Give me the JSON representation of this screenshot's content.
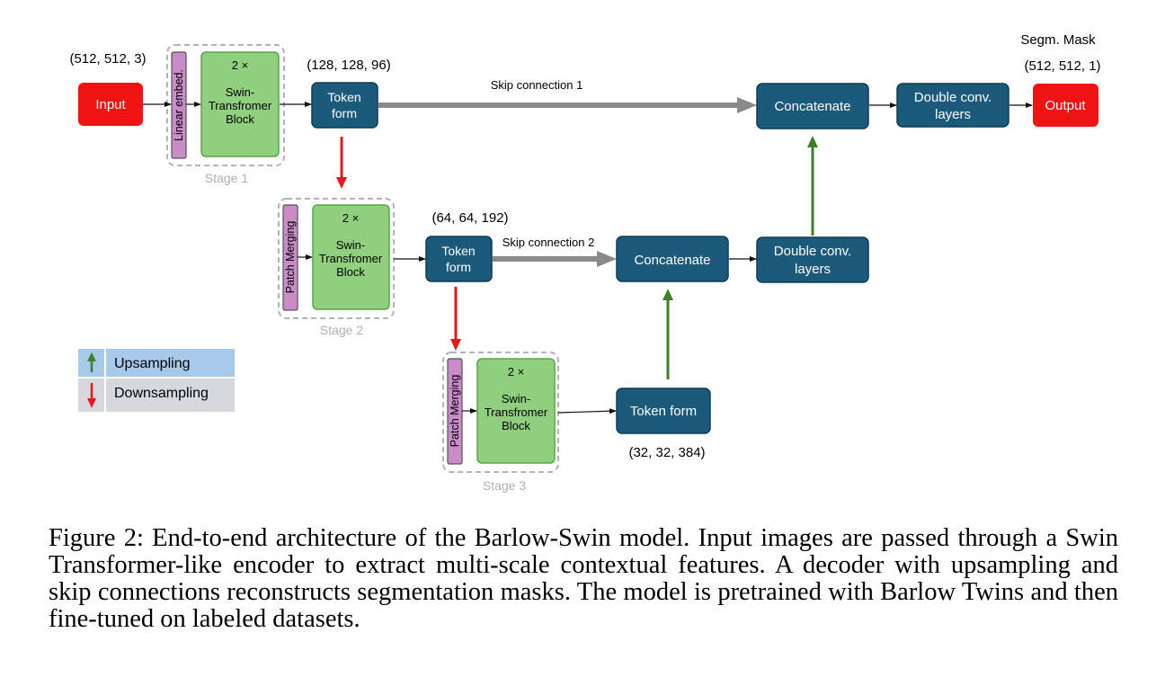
{
  "diagram": {
    "labels": {
      "input_shape": "(512, 512, 3)",
      "stage1_shape": "(128, 128, 96)",
      "stage2_shape": "(64, 64, 192)",
      "stage3_shape": "(32, 32, 384)",
      "segm_mask": "Segm. Mask",
      "output_shape": "(512, 512, 1)",
      "skip1": "Skip connection 1",
      "skip2": "Skip connection 2",
      "stage1": "Stage 1",
      "stage2": "Stage 2",
      "stage3": "Stage 3"
    },
    "boxes": {
      "input": "Input",
      "output": "Output",
      "linear_embed": "Linear embed.",
      "patch_merging_2": "Patch Merging",
      "patch_merging_3": "Patch Merging",
      "swin_block_1": [
        "2 ×",
        "Swin-",
        "Transfromer",
        "Block"
      ],
      "swin_block_2": [
        "2 ×",
        "Swin-",
        "Transfromer",
        "Block"
      ],
      "swin_block_3": [
        "2 ×",
        "Swin-",
        "Transfromer",
        "Block"
      ],
      "token_form_1": [
        "Token",
        "form"
      ],
      "token_form_2": [
        "Token",
        "form"
      ],
      "token_form_3": "Token form",
      "concatenate_1": "Concatenate",
      "concatenate_2": "Concatenate",
      "double_conv_1": [
        "Double conv.",
        "layers"
      ],
      "double_conv_2": [
        "Double conv.",
        "layers"
      ]
    },
    "legend": {
      "upsampling": "Upsampling",
      "downsampling": "Downsampling"
    },
    "colors": {
      "input_output": "#f01414",
      "dark_teal": "#1b5a7a",
      "green_block": "#8fcf7e",
      "purple": "#c88cc8",
      "up_arrow": "#3d7f2a",
      "down_arrow": "#e8171b",
      "skip_gray": "#8a8a8a",
      "legend_up_bg": "#a8c9ea",
      "legend_down_bg": "#d5d9de"
    }
  },
  "caption": "Figure 2: End-to-end architecture of the Barlow-Swin model. Input images are passed through a Swin Transformer-like encoder to extract multi-scale contextual features. A decoder with upsampling and skip connections reconstructs segmentation masks. The model is pretrained with Barlow Twins and then fine-tuned on labeled datasets."
}
